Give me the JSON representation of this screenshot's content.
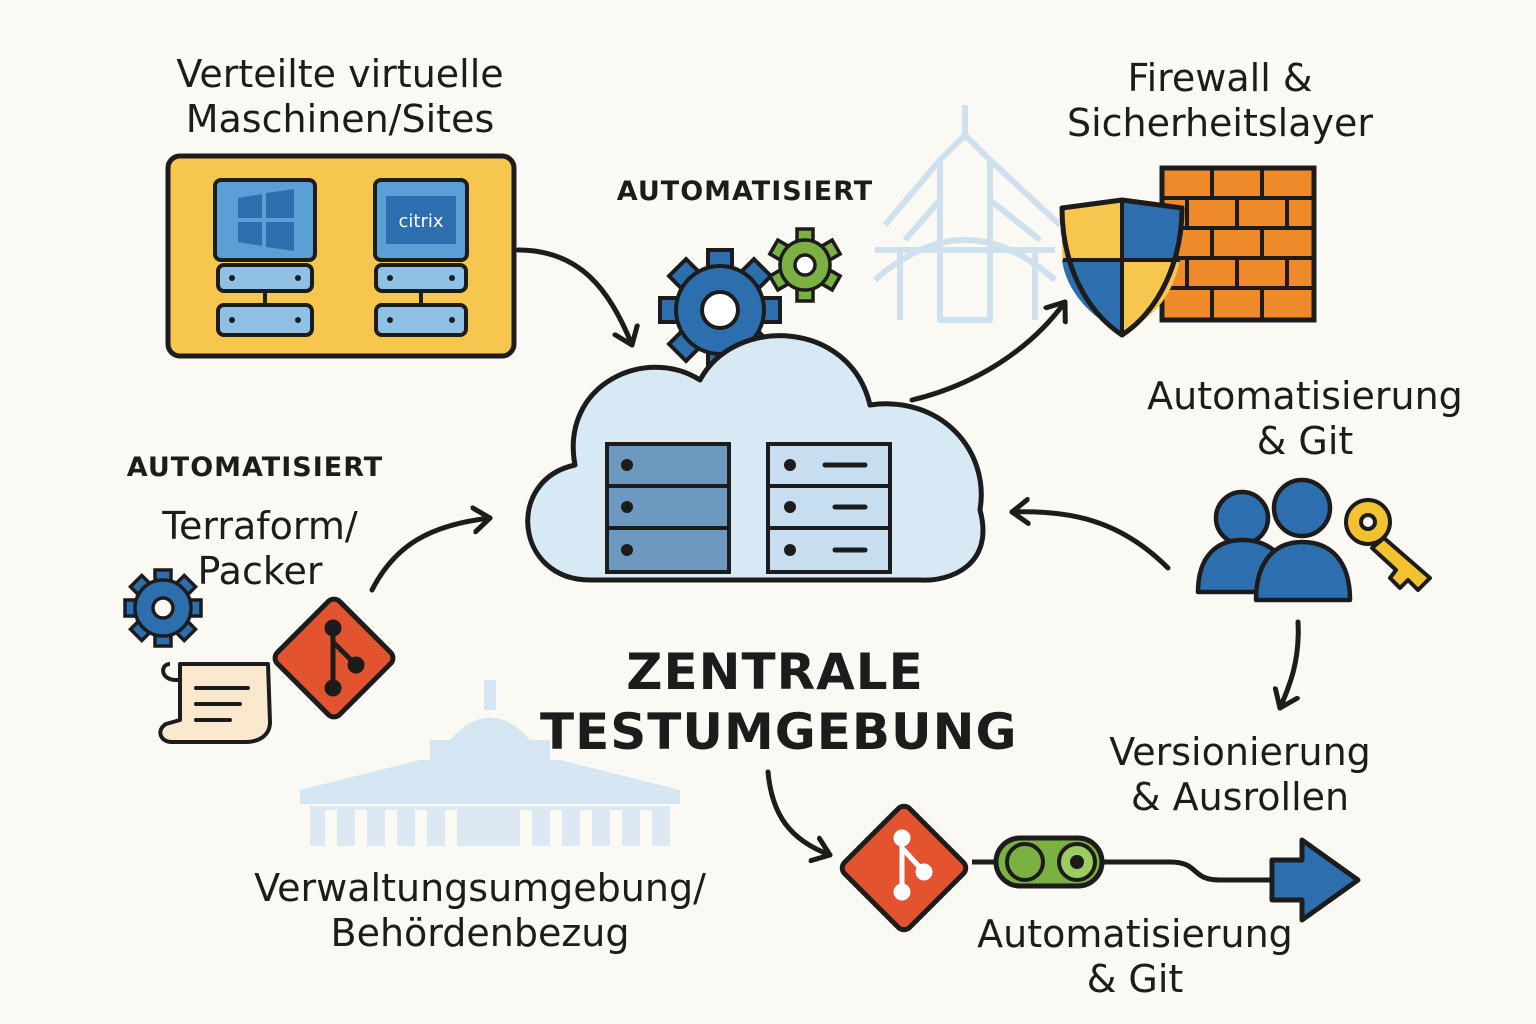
{
  "labels": {
    "vm_title_line1": "Verteilte virtuelle",
    "vm_title_line2": "Maschinen/Sites",
    "automated_top": "AUTOMATISIERT",
    "firewall_line1": "Firewall &",
    "firewall_line2": "Sicherheitslayer",
    "auto_git_top_line1": "Automatisierung",
    "auto_git_top_line2": "& Git",
    "automated_left": "AUTOMATISIERT",
    "terraform_line1": "Terraform/",
    "terraform_line2": "Packer",
    "center_title_line1": "ZENTRALE",
    "center_title_line2": "TESTUMGEBUNG",
    "versioning_line1": "Versionierung",
    "versioning_line2": "& Ausrollen",
    "admin_line1": "Verwaltungsumgebung/",
    "admin_line2": "Behördenbezug",
    "auto_git_bottom_line1": "Automatisierung",
    "auto_git_bottom_line2": "& Git",
    "citrix_logo": "citrix"
  },
  "colors": {
    "yellow_panel": "#f6c64f",
    "blue": "#2d6fae",
    "light_blue": "#d5e8f4",
    "green": "#7bb043",
    "orange_brick": "#ef8a2a",
    "git_red": "#e4532f",
    "gold": "#f2c230",
    "watermark": "#cfe0ee"
  }
}
